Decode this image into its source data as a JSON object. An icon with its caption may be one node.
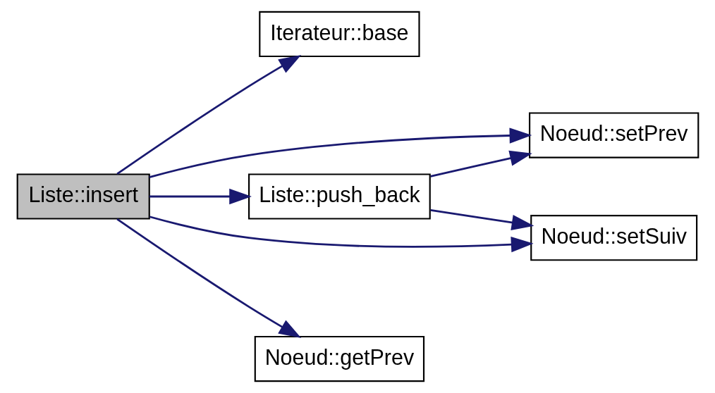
{
  "diagram": {
    "nodes": [
      {
        "text": [
          "Liste::insert"
        ]
      },
      {
        "text": [
          "Iterateur::base"
        ]
      },
      {
        "text": [
          "Noeud::setPrev"
        ]
      },
      {
        "text": [
          "Liste::push_back"
        ]
      },
      {
        "text": [
          "Noeud::setSuiv"
        ]
      },
      {
        "text": [
          "Noeud::getPrev"
        ]
      }
    ],
    "edges": [
      {
        "from": 0,
        "to": 1,
        "arrow": "to"
      },
      {
        "from": 0,
        "to": 2,
        "arrow": "to"
      },
      {
        "from": 0,
        "to": 3,
        "arrow": "to"
      },
      {
        "from": 0,
        "to": 4,
        "arrow": "to"
      },
      {
        "from": 0,
        "to": 5,
        "arrow": "to"
      },
      {
        "from": 3,
        "to": 2,
        "arrow": "to"
      },
      {
        "from": 3,
        "to": 4,
        "arrow": "to"
      }
    ]
  }
}
